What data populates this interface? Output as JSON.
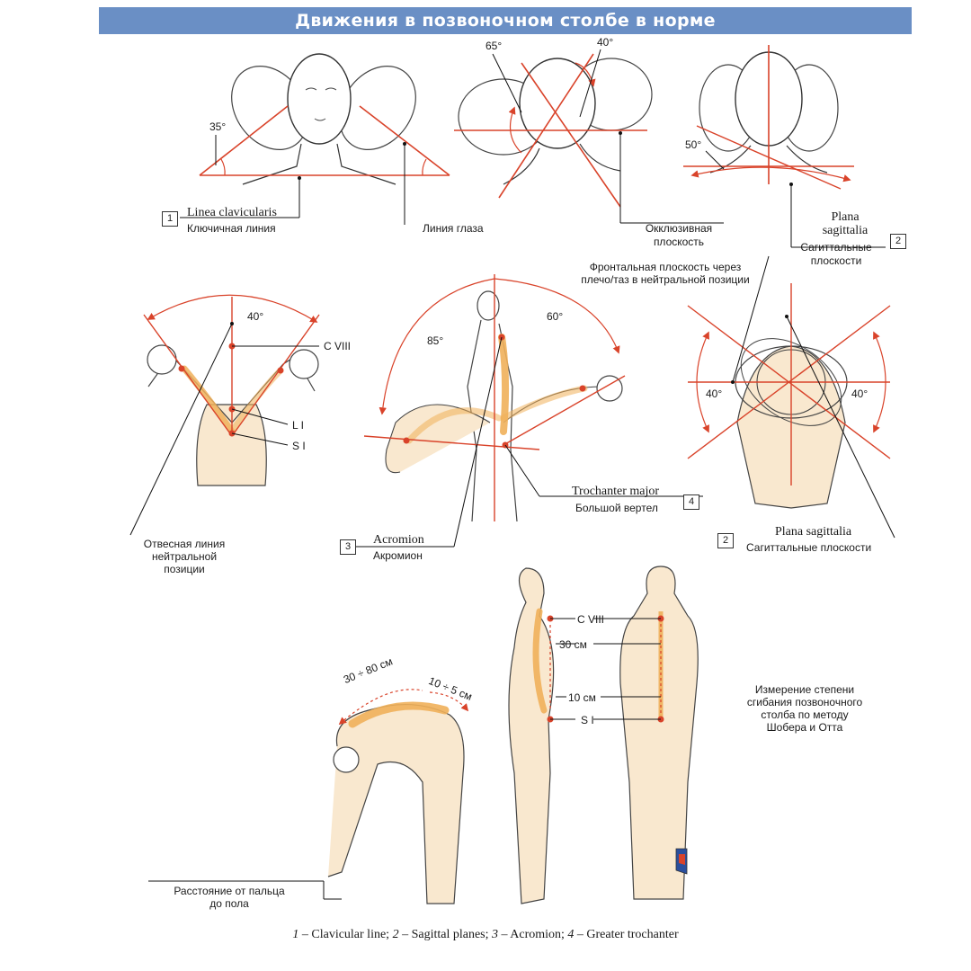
{
  "title": "Движения в позвоночном столбе в норме",
  "panel1": {
    "angle": "35°",
    "box_num": "1",
    "linea_lat": "Linea clavicularis",
    "linea_ru": "Ключичная линия",
    "eye_line": "Линия глаза"
  },
  "panel2": {
    "angle_flex": "65°",
    "angle_ext": "40°",
    "occl_1": "Окклюзивная",
    "occl_2": "плоскость"
  },
  "panel3": {
    "angle": "50°",
    "plana_lat_1": "Plana",
    "plana_lat_2": "sagittalia",
    "box_num": "2",
    "sag_1": "Сагиттальные",
    "sag_2": "плоскости"
  },
  "panel4": {
    "angle": "40°",
    "c8": "C VIII",
    "l1": "L I",
    "s1": "S I",
    "plumb_1": "Отвесная линия",
    "plumb_2": "нейтральной",
    "plumb_3": "позиции"
  },
  "panel5": {
    "angle_flex": "85°",
    "angle_ext": "60°",
    "frontal_1": "Фронтальная плоскость через",
    "frontal_2": "плечо/таз в нейтральной позиции",
    "troch_lat": "Trochanter major",
    "troch_ru": "Большой вертел",
    "troch_num": "4",
    "acro_lat": "Acromion",
    "acro_ru": "Акромион",
    "acro_num": "3"
  },
  "panel6": {
    "angle_left": "40°",
    "angle_right": "40°",
    "plana_lat": "Plana sagittalia",
    "plana_ru": "Сагиттальные плоскости",
    "box_num": "2"
  },
  "panel7": {
    "arc1": "30 ÷ 80 см",
    "arc2": "10 ÷ 5 см",
    "floor_1": "Расстояние от пальца",
    "floor_2": "до пола",
    "c8": "C VIII",
    "cm30": "30 см",
    "cm10": "10 см",
    "s1": "S I",
    "schober_1": "Измерение степени",
    "schober_2": "сгибания позвоночного",
    "schober_3": "столба по методу",
    "schober_4": "Шобера и Отта"
  },
  "caption": {
    "n1": "1",
    "t1": " – Clavicular line; ",
    "n2": "2",
    "t2": " – Sagittal planes; ",
    "n3": "3",
    "t3": " – Acromion; ",
    "n4": "4",
    "t4": " – Greater trochanter"
  },
  "colors": {
    "title_bg": "#6a8fc5",
    "red_line": "#d9432a",
    "skin": "#f9e8cf",
    "spine": "#f0b05a",
    "outline": "#333333"
  }
}
